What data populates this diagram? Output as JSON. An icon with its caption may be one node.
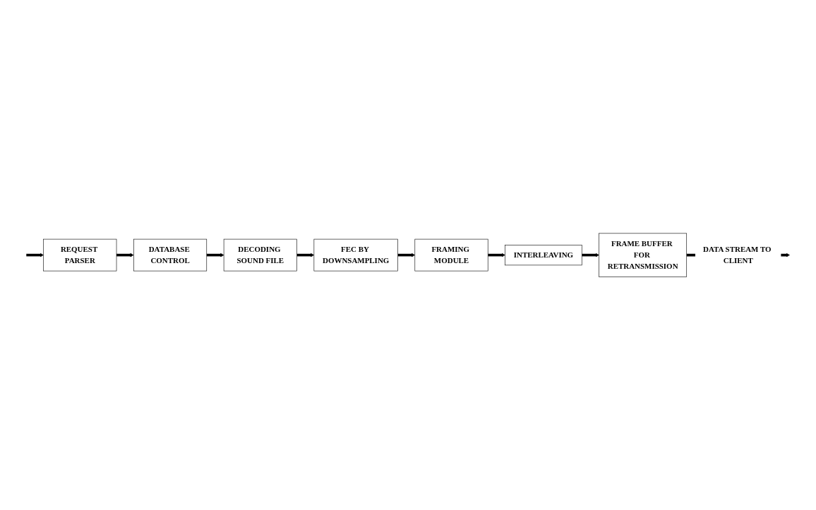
{
  "diagram": {
    "nodes": [
      {
        "text": [
          "REQUEST PARSER"
        ]
      },
      {
        "text": [
          "DATABASE CONTROL"
        ]
      },
      {
        "text": [
          "DECODING SOUND FILE"
        ]
      },
      {
        "text": [
          "FEC BY DOWNSAMPLING"
        ]
      },
      {
        "text": [
          "FRAMING MODULE"
        ]
      },
      {
        "text": [
          "INTERLEAVING"
        ]
      },
      {
        "text": [
          "FRAME BUFFER FOR RETRANSMISSION"
        ]
      }
    ],
    "edges": [
      {
        "from": null,
        "to": 0,
        "arrow": "to"
      },
      {
        "from": 0,
        "to": 1,
        "arrow": "to"
      },
      {
        "from": 1,
        "to": 2,
        "arrow": "to"
      },
      {
        "from": 2,
        "to": 3,
        "arrow": "to"
      },
      {
        "from": 3,
        "to": 4,
        "arrow": "to"
      },
      {
        "from": 4,
        "to": 5,
        "arrow": "to"
      },
      {
        "from": 5,
        "to": 6,
        "arrow": "to"
      },
      {
        "from": 6,
        "to": null,
        "arrow": "to",
        "label": "DATA STREAM TO CLIENT"
      }
    ]
  }
}
